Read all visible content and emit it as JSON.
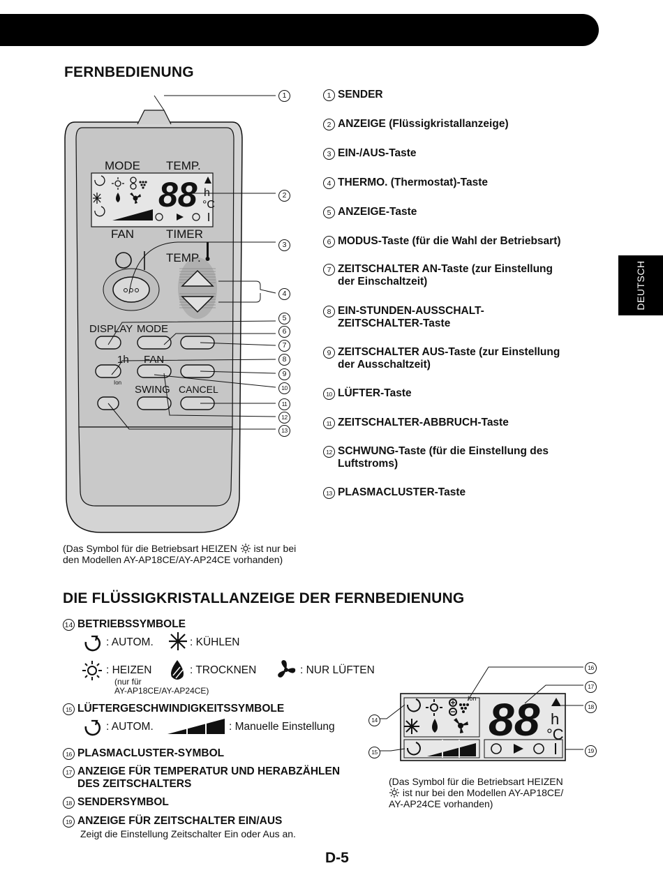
{
  "section1_title": "FERNBEDIENUNG",
  "section2_title": "DIE FLÜSSIGKRISTALLANZEIGE DER FERNBEDIENUNG",
  "side_tab": "DEUTSCH",
  "page_number": "D-5",
  "remote": {
    "mode": "MODE",
    "temp": "TEMP.",
    "fan": "FAN",
    "timer": "TIMER",
    "temp_btn": "TEMP.",
    "display": "DISPLAY",
    "mode_btn": "MODE",
    "fan_btn": "FAN",
    "one_h": "1h",
    "swing": "SWING",
    "cancel": "CANCEL",
    "digits": "88",
    "h": "h",
    "c": "°C",
    "ion": "Ion"
  },
  "callouts": [
    "1",
    "2",
    "3",
    "4",
    "5",
    "6",
    "7",
    "8",
    "9",
    "10",
    "11",
    "12",
    "13"
  ],
  "items": [
    {
      "num": "1",
      "text": "SENDER"
    },
    {
      "num": "2",
      "text": "ANZEIGE (Flüssigkristallanzeige)"
    },
    {
      "num": "3",
      "text": "EIN-/AUS-Taste"
    },
    {
      "num": "4",
      "text": "THERMO. (Thermostat)-Taste"
    },
    {
      "num": "5",
      "text": "ANZEIGE-Taste"
    },
    {
      "num": "6",
      "text": "MODUS-Taste (für die Wahl der Betriebsart)"
    },
    {
      "num": "7",
      "text": "ZEITSCHALTER AN-Taste (zur Einstellung",
      "text2": "der Einschaltzeit)"
    },
    {
      "num": "8",
      "text": "EIN-STUNDEN-AUSSCHALT-",
      "text2": "ZEITSCHALTER-Taste"
    },
    {
      "num": "9",
      "text": "ZEITSCHALTER AUS-Taste (zur Einstellung",
      "text2": "der Ausschaltzeit)"
    },
    {
      "num": "10",
      "text": "LÜFTER-Taste"
    },
    {
      "num": "11",
      "text": "ZEITSCHALTER-ABBRUCH-Taste"
    },
    {
      "num": "12",
      "text": "SCHWUNG-Taste (für die Einstellung des",
      "text2": "Luftstroms)"
    },
    {
      "num": "13",
      "text": "PLASMACLUSTER-Taste"
    }
  ],
  "note1": {
    "line1": "(Das Symbol für die Betriebsart HEIZEN",
    "line1b": "ist nur bei",
    "line2": "den Modellen  AY-AP18CE/AY-AP24CE vorhanden)"
  },
  "sections": {
    "s14": {
      "num": "14",
      "title": "BETRIEBSSYMBOLE",
      "auto": ": AUTOM.",
      "cool": ": KÜHLEN",
      "heat": ": HEIZEN",
      "dry": ": TROCKNEN",
      "fan": ": NUR LÜFTEN",
      "note_a": "(nur für",
      "note_b": "AY-AP18CE/AY-AP24CE)"
    },
    "s15": {
      "num": "15",
      "title": "LÜFTERGESCHWINDIGKEITSSYMBOLE",
      "auto": ": AUTOM.",
      "manual": ": Manuelle Einstellung"
    },
    "s16": {
      "num": "16",
      "title": "PLASMACLUSTER-SYMBOL"
    },
    "s17": {
      "num": "17",
      "title": "ANZEIGE FÜR TEMPERATUR UND HERABZÄHLEN",
      "title2": "DES ZEITSCHALTERS"
    },
    "s18": {
      "num": "18",
      "title": "SENDERSYMBOL"
    },
    "s19": {
      "num": "19",
      "title": "ANZEIGE FÜR ZEITSCHALTER EIN/AUS",
      "desc": "Zeigt die Einstellung Zeitschalter Ein oder Aus an."
    }
  },
  "lcd_callouts": [
    "14",
    "15",
    "16",
    "17",
    "18",
    "19"
  ],
  "note2": {
    "line1": "(Das Symbol für die Betriebsart HEIZEN",
    "line2": "ist nur bei den Modellen AY-AP18CE/",
    "line3": "AY-AP24CE vorhanden)"
  }
}
